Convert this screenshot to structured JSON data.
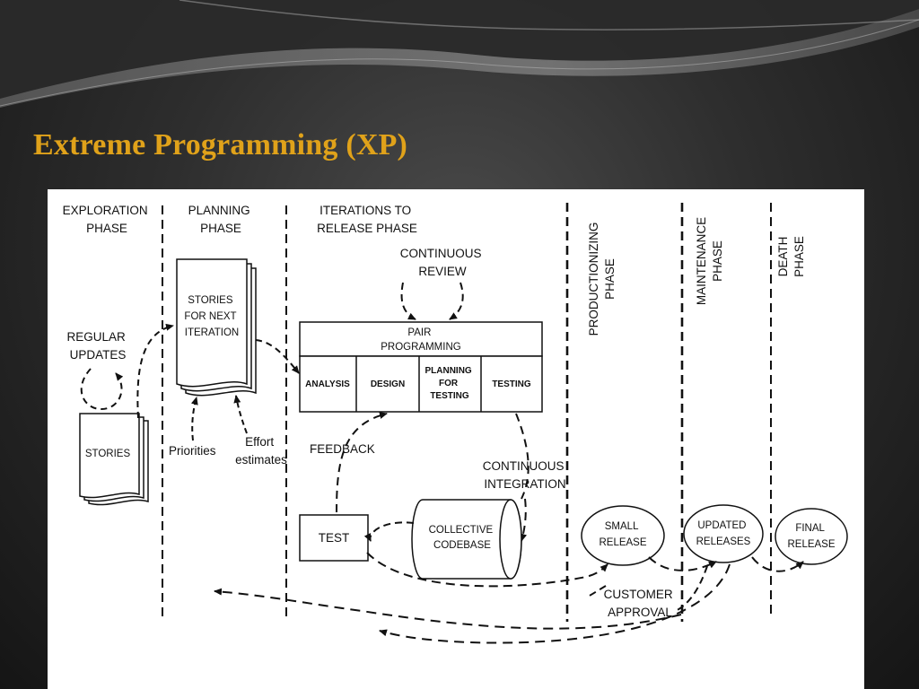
{
  "slide": {
    "title": "Extreme Programming (XP)"
  },
  "diagram": {
    "phases": {
      "exploration": [
        "EXPLORATION",
        "PHASE"
      ],
      "planning": [
        "PLANNING",
        "PHASE"
      ],
      "iterations": [
        "ITERATIONS TO",
        "RELEASE PHASE"
      ],
      "productionizing": [
        "PRODUCTIONIZING",
        "PHASE"
      ],
      "maintenance": [
        "MAINTENANCE",
        "PHASE"
      ],
      "death": [
        "DEATH",
        "PHASE"
      ]
    },
    "exploration": {
      "regular_updates": [
        "REGULAR",
        "UPDATES"
      ],
      "stories": "STORIES"
    },
    "planning": {
      "stories_next_iteration": [
        "STORIES",
        "FOR NEXT",
        "ITERATION"
      ],
      "priorities": "Priorities",
      "effort_estimates": [
        "Effort",
        "estimates"
      ]
    },
    "iterations": {
      "continuous_review": [
        "CONTINUOUS",
        "REVIEW"
      ],
      "pair_programming": [
        "PAIR",
        "PROGRAMMING"
      ],
      "steps": {
        "analysis": "ANALYSIS",
        "design": "DESIGN",
        "planning_for_testing": [
          "PLANNING",
          "FOR",
          "TESTING"
        ],
        "testing": "TESTING"
      },
      "feedback": "FEEDBACK",
      "continuous_integration": [
        "CONTINUOUS",
        "INTEGRATION"
      ],
      "test": "TEST",
      "collective_codebase": [
        "COLLECTIVE",
        "CODEBASE"
      ]
    },
    "releases": {
      "small": [
        "SMALL",
        "RELEASE"
      ],
      "updated": [
        "UPDATED",
        "RELEASES"
      ],
      "final": [
        "FINAL",
        "RELEASE"
      ]
    },
    "customer_approval": [
      "CUSTOMER",
      "APPROVAL"
    ]
  }
}
